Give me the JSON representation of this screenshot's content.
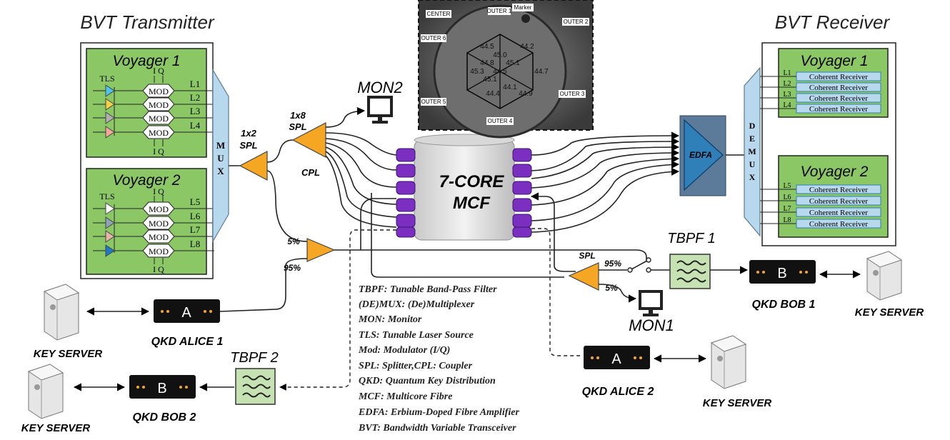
{
  "titles": {
    "transmitter": "BVT Transmitter",
    "receiver": "BVT Receiver"
  },
  "voyagers": {
    "v1": "Voyager 1",
    "v2": "Voyager 2"
  },
  "tx": {
    "tls": "TLS",
    "iq": "I Q",
    "mod": "MOD",
    "lanes_v1": [
      "L1",
      "L2",
      "L3",
      "L4"
    ],
    "lanes_v2": [
      "L5",
      "L6",
      "L7",
      "L8"
    ],
    "mux": [
      "M",
      "U",
      "X"
    ]
  },
  "rx": {
    "coherent": "Coherent Receiver",
    "lanes_v1": [
      "L1",
      "L2",
      "L3",
      "L4"
    ],
    "lanes_v2": [
      "L5",
      "L6",
      "L7",
      "L8"
    ],
    "demux": [
      "D",
      "E",
      "M",
      "U",
      "X"
    ],
    "edfa": "EDFA"
  },
  "labels": {
    "spl_1x2": [
      "1x2",
      "SPL"
    ],
    "spl_1x8": [
      "1x8",
      "SPL"
    ],
    "cpl": "CPL",
    "mon2": "MON2",
    "mon1": "MON1",
    "mcf": [
      "7-CORE",
      "MCF"
    ],
    "pct5_tx": "5%",
    "pct95_tx": "95%",
    "pct95_rx": "95%",
    "pct5_rx": "5%",
    "spl_rx": "SPL",
    "tbpf1": "TBPF 1",
    "tbpf2": "TBPF 2",
    "qkd_alice1": "QKD ALICE 1",
    "qkd_bob1": "QKD BOB 1",
    "qkd_alice2": "QKD ALICE 2",
    "qkd_bob2": "QKD BOB 2",
    "key_server": "KEY SERVER",
    "qkd_a": "A",
    "qkd_b": "B"
  },
  "photo": {
    "labels": {
      "center": "CENTER",
      "outer1": "OUTER 1",
      "marker": "Marker",
      "outer2": "OUTER 2",
      "outer6": "OUTER 6",
      "outer5": "OUTER 5",
      "outer3": "OUTER 3",
      "outer4": "OUTER 4"
    },
    "values": [
      "44.5",
      "44.2",
      "45.0",
      "44.8",
      "45.1",
      "45.3",
      "44.5",
      "45.1",
      "44.7",
      "44.1",
      "44.4",
      "44.9"
    ]
  },
  "legend": [
    "TBPF: Tunable Band-Pass Filter",
    "(DE)MUX: (De)Multiplexer",
    "MON: Monitor",
    "TLS: Tunable Laser Source",
    "Mod: Modulator (I/Q)",
    "SPL: Splitter,CPL: Coupler",
    "QKD: Quantum Key Distribution",
    "MCF: Multicore Fibre",
    "EDFA: Erbium-Doped Fibre Amplifier",
    "BVT: Bandwidth Variable Transceiver"
  ],
  "colors": {
    "voyager_green": "#8bc865",
    "mux_blue": "#b8d8ee",
    "amp_orange": "#f5a623",
    "tbpf_green": "#c7e2b2",
    "mcf_purple": "#7a2fc1",
    "edfa_blue": "#2f7fb8"
  }
}
